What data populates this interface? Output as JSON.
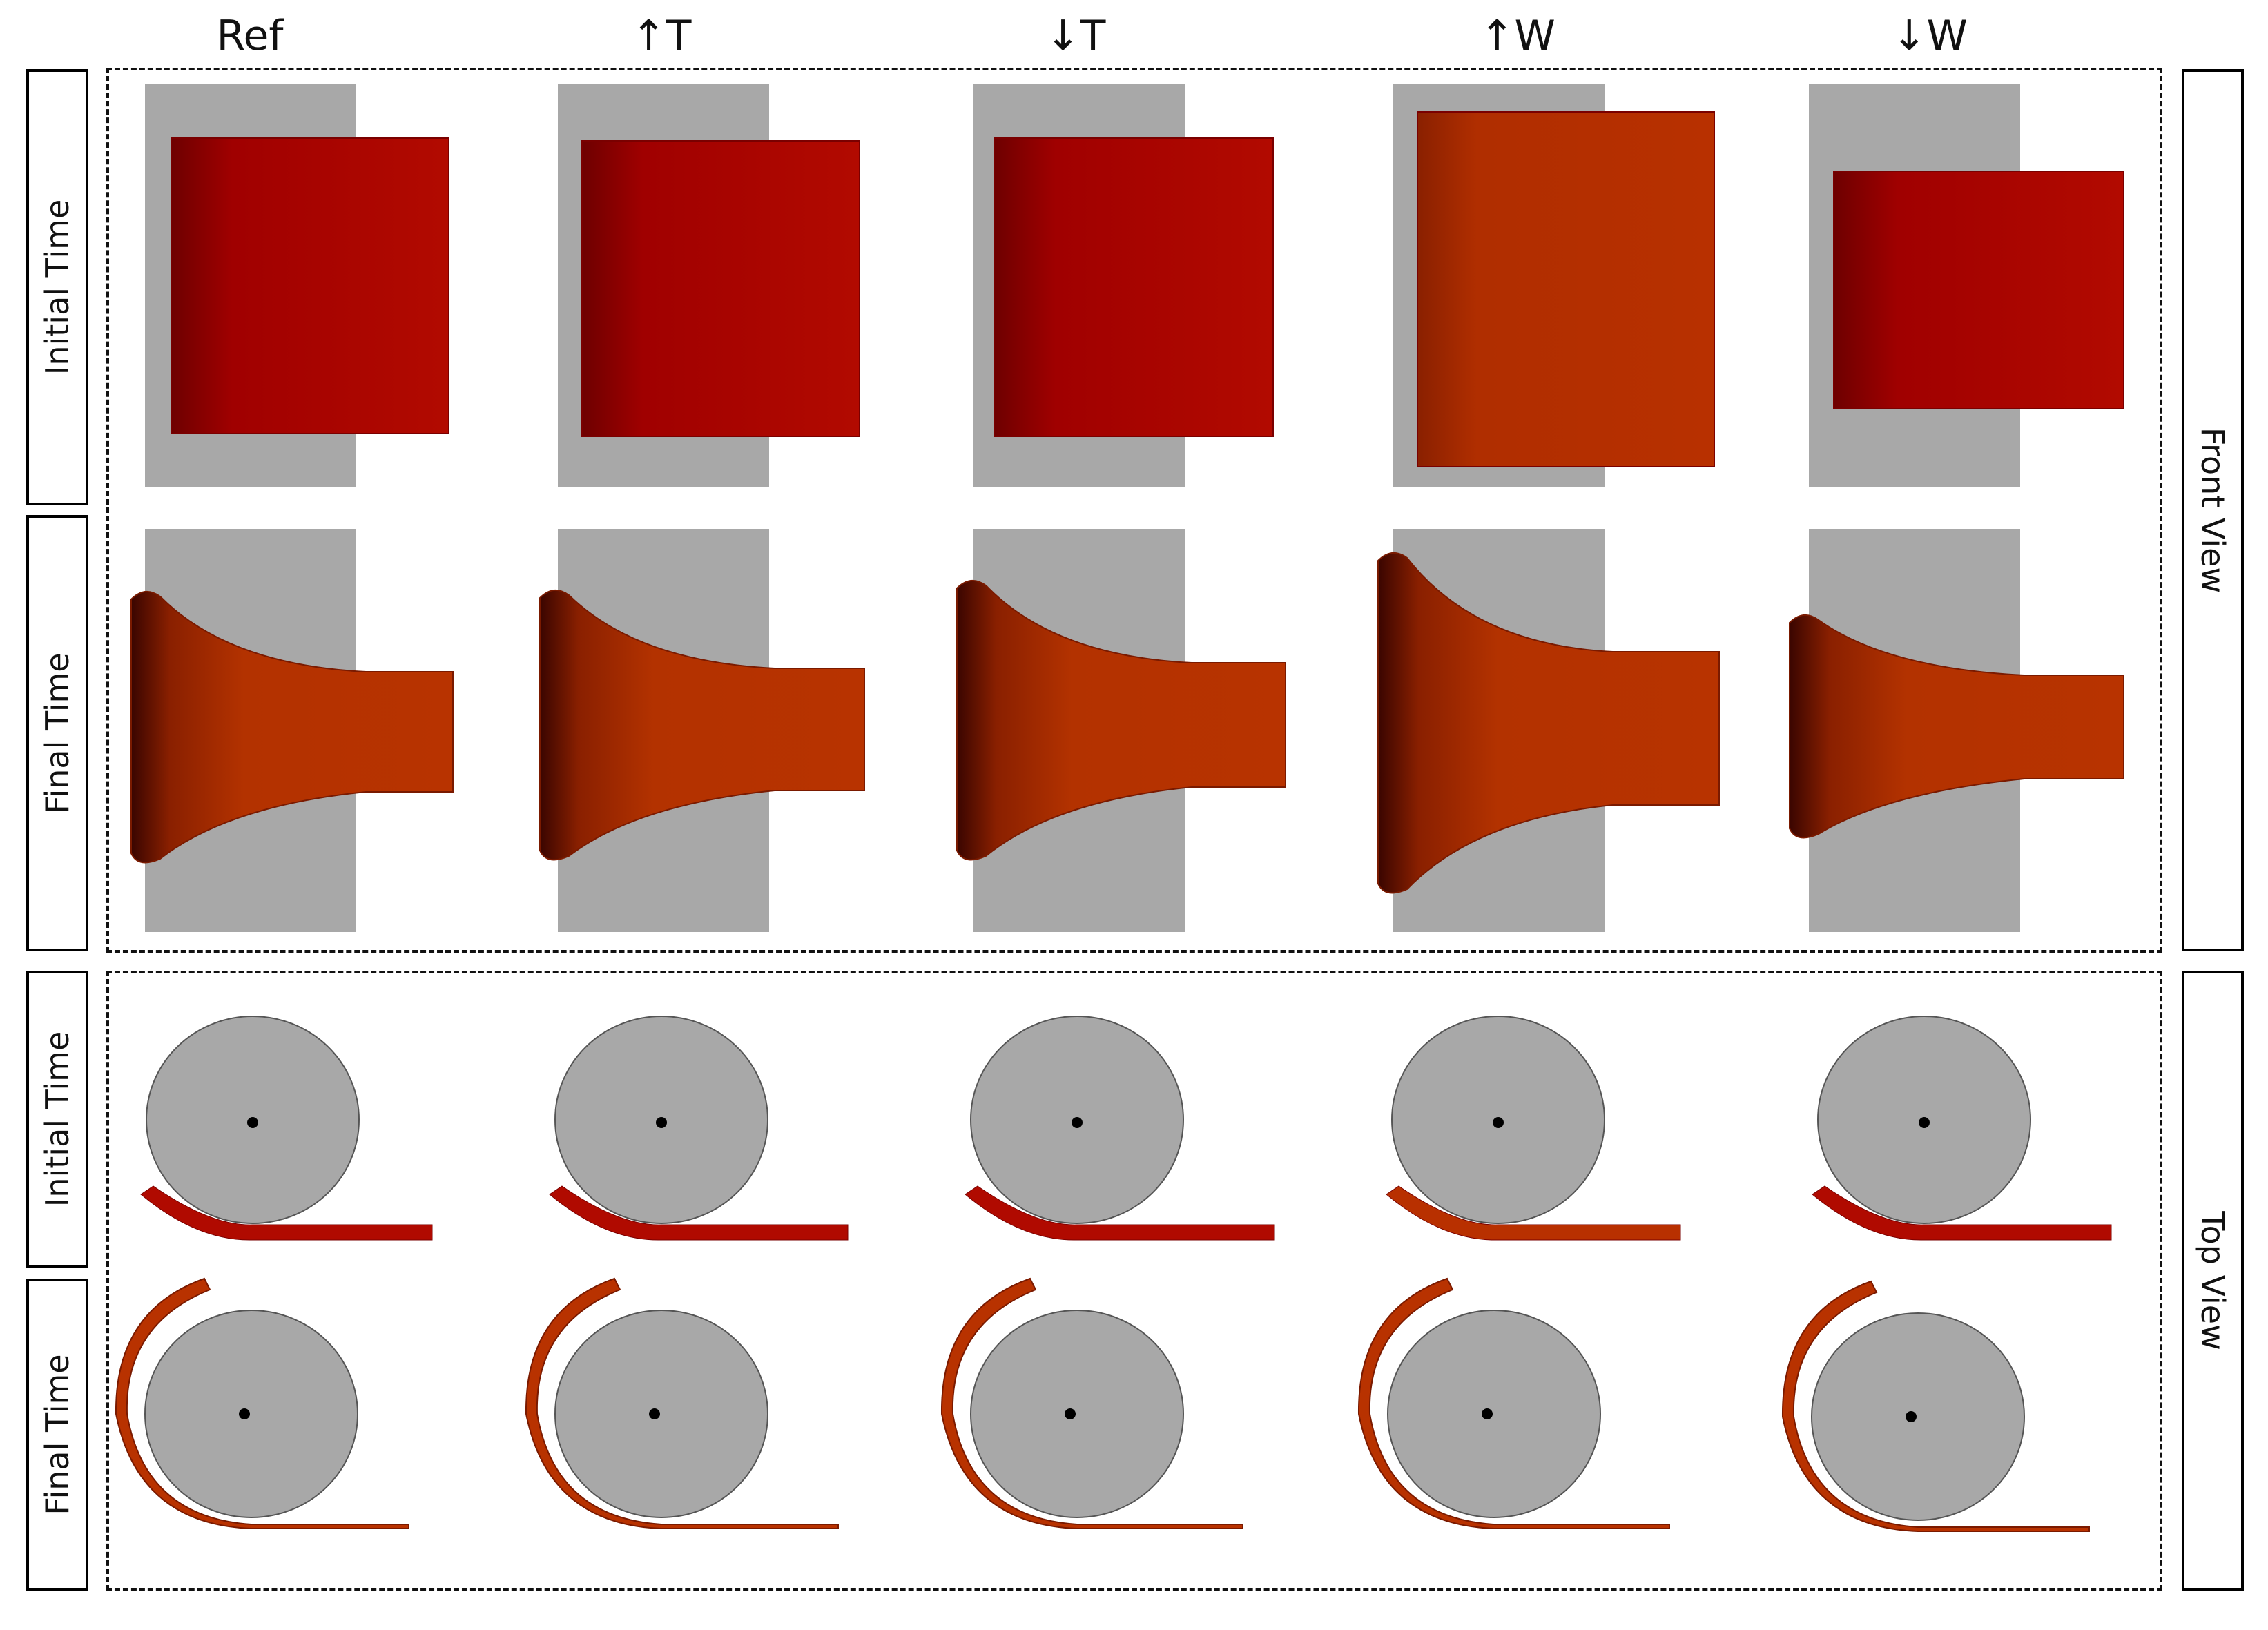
{
  "columns": [
    "Ref",
    "↑T",
    "↓T",
    "↑W",
    "↓W"
  ],
  "row_labels": {
    "front_initial": "Initial Time",
    "front_final": "Final Time",
    "top_initial": "Initial Time",
    "top_final": "Final Time"
  },
  "view_labels": {
    "front": "Front View",
    "top": "Top View"
  },
  "colors": {
    "cylinder": "#a8a8a8",
    "sheet_initial": "#b00a00",
    "sheet_final": "#b83200",
    "sheet_dark": "#5a0a00",
    "frame": "#111111"
  },
  "icons": [
    "cylinder-front-view",
    "sheet-front-view",
    "cylinder-top-view",
    "sheet-top-view",
    "center-dot"
  ]
}
